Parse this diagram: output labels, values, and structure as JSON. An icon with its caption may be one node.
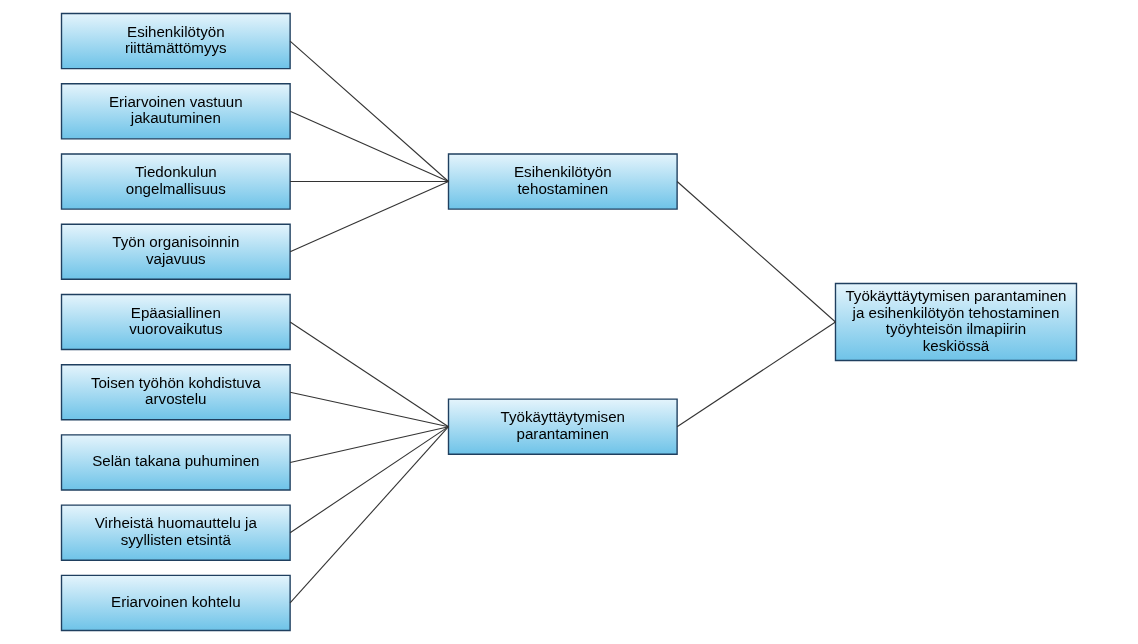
{
  "diagram": {
    "nodes": [
      {
        "text": [
          "Epäasiallinen vuorovaikutus"
        ]
      },
      {
        "text": [
          "Toisen työhön kohdistuva arvostelu"
        ]
      },
      {
        "text": [
          "Selän takana puhuminen"
        ]
      },
      {
        "text": [
          "Virheistä huomauttelu ja syyllisten etsintä"
        ]
      },
      {
        "text": [
          "Eriarvoinen kohtelu"
        ]
      },
      {
        "text": [
          "Työkäyttäytymisen parantaminen"
        ]
      },
      {
        "text": [
          "Esihenkilötyön riittämättömyys"
        ]
      },
      {
        "text": [
          "Eriarvoinen vastuun jakautuminen"
        ]
      },
      {
        "text": [
          "Tiedonkulun ongelmallisuus"
        ]
      },
      {
        "text": [
          "Työn organisoinnin vajavuus"
        ]
      },
      {
        "text": [
          "Esihenkilötyön tehostaminen"
        ]
      },
      {
        "text": [
          "Työkäyttäytymisen parantaminen ja esihenkilötyön tehostaminen työyhteisön ilmapiirin keskiössä"
        ]
      }
    ],
    "edges": [
      {
        "from": 0,
        "to": 5,
        "arrow": "none"
      },
      {
        "from": 1,
        "to": 5,
        "arrow": "none"
      },
      {
        "from": 2,
        "to": 5,
        "arrow": "none"
      },
      {
        "from": 3,
        "to": 5,
        "arrow": "none"
      },
      {
        "from": 4,
        "to": 5,
        "arrow": "none"
      },
      {
        "from": 6,
        "to": 10,
        "arrow": "none"
      },
      {
        "from": 7,
        "to": 10,
        "arrow": "none"
      },
      {
        "from": 8,
        "to": 10,
        "arrow": "none"
      },
      {
        "from": 9,
        "to": 10,
        "arrow": "none"
      },
      {
        "from": 5,
        "to": 11,
        "arrow": "none"
      },
      {
        "from": 10,
        "to": 11,
        "arrow": "none"
      }
    ]
  }
}
